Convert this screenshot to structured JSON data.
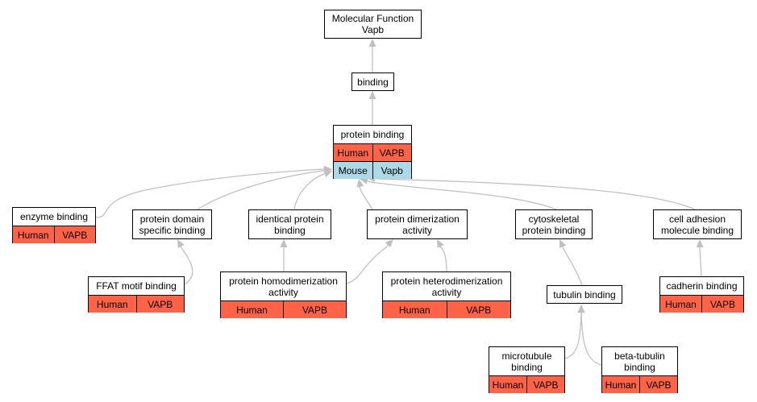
{
  "colors": {
    "human": "#ff6347",
    "mouse": "#add8e6",
    "edge": "#c0c0c0"
  },
  "nodes": {
    "root": {
      "label": "Molecular Function\nVapb"
    },
    "binding": {
      "label": "binding"
    },
    "protein_binding": {
      "label": "protein binding",
      "rows": [
        {
          "species": "Human",
          "gene": "VAPB"
        },
        {
          "species": "Mouse",
          "gene": "Vapb"
        }
      ]
    },
    "enzyme_binding": {
      "label": "enzyme binding",
      "rows": [
        {
          "species": "Human",
          "gene": "VAPB"
        }
      ]
    },
    "protein_domain": {
      "label": "protein domain\nspecific binding"
    },
    "identical_protein": {
      "label": "identical protein\nbinding"
    },
    "protein_dimerization": {
      "label": "protein dimerization\nactivity"
    },
    "cytoskeletal": {
      "label": "cytoskeletal\nprotein binding"
    },
    "cell_adhesion": {
      "label": "cell adhesion\nmolecule binding"
    },
    "ffat": {
      "label": "FFAT motif binding",
      "rows": [
        {
          "species": "Human",
          "gene": "VAPB"
        }
      ]
    },
    "homodimerization": {
      "label": "protein homodimerization\nactivity",
      "rows": [
        {
          "species": "Human",
          "gene": "VAPB"
        }
      ]
    },
    "heterodimerization": {
      "label": "protein heterodimerization\nactivity",
      "rows": [
        {
          "species": "Human",
          "gene": "VAPB"
        }
      ]
    },
    "tubulin": {
      "label": "tubulin binding"
    },
    "cadherin": {
      "label": "cadherin binding",
      "rows": [
        {
          "species": "Human",
          "gene": "VAPB"
        }
      ]
    },
    "microtubule": {
      "label": "microtubule\nbinding",
      "rows": [
        {
          "species": "Human",
          "gene": "VAPB"
        }
      ]
    },
    "beta_tubulin": {
      "label": "beta-tubulin\nbinding",
      "rows": [
        {
          "species": "Human",
          "gene": "VAPB"
        }
      ]
    }
  },
  "edges": [
    {
      "from": "binding",
      "to": "root"
    },
    {
      "from": "protein_binding",
      "to": "binding"
    },
    {
      "from": "enzyme_binding",
      "to": "protein_binding"
    },
    {
      "from": "protein_domain",
      "to": "protein_binding"
    },
    {
      "from": "identical_protein",
      "to": "protein_binding"
    },
    {
      "from": "protein_dimerization",
      "to": "protein_binding"
    },
    {
      "from": "cytoskeletal",
      "to": "protein_binding"
    },
    {
      "from": "cell_adhesion",
      "to": "protein_binding"
    },
    {
      "from": "ffat",
      "to": "protein_domain"
    },
    {
      "from": "homodimerization",
      "to": "identical_protein"
    },
    {
      "from": "homodimerization",
      "to": "protein_dimerization"
    },
    {
      "from": "heterodimerization",
      "to": "protein_dimerization"
    },
    {
      "from": "tubulin",
      "to": "cytoskeletal"
    },
    {
      "from": "cadherin",
      "to": "cell_adhesion"
    },
    {
      "from": "microtubule",
      "to": "tubulin"
    },
    {
      "from": "beta_tubulin",
      "to": "tubulin"
    }
  ]
}
